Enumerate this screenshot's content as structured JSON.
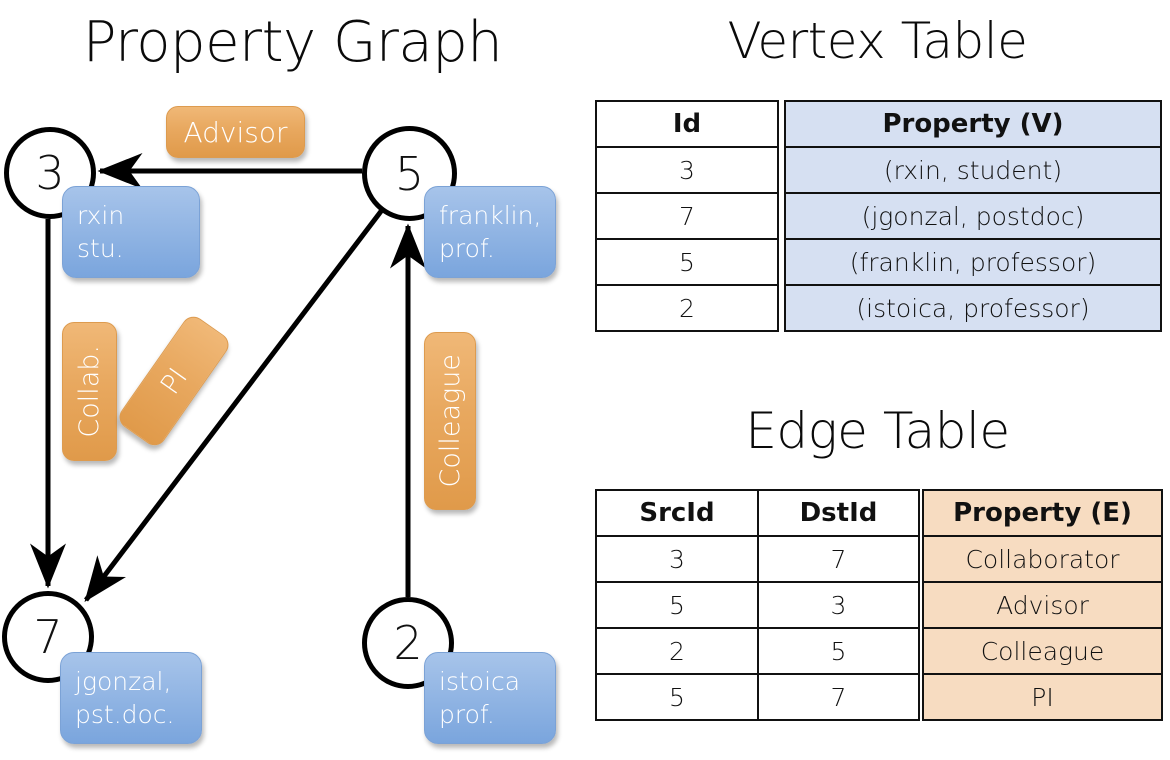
{
  "titles": {
    "property_graph": "Property Graph",
    "vertex_table": "Vertex Table",
    "edge_table": "Edge Table"
  },
  "colors": {
    "vertex_cell_blue": "#d6e0f2",
    "edge_cell_peach": "#f7dcc1",
    "node_property_blue": "#93b6e4",
    "edge_property_orange": "#e8a85f",
    "stroke_black": "#000000",
    "background": "#ffffff"
  },
  "graph": {
    "nodes": [
      {
        "id": "3",
        "property_line1": "rxin",
        "property_line2": "stu."
      },
      {
        "id": "5",
        "property_line1": "franklin,",
        "property_line2": "prof."
      },
      {
        "id": "7",
        "property_line1": "jgonzal,",
        "property_line2": "pst.doc."
      },
      {
        "id": "2",
        "property_line1": "istoica",
        "property_line2": "prof."
      }
    ],
    "edge_labels": [
      {
        "key": "advisor",
        "label": "Advisor",
        "orientation": "horizontal"
      },
      {
        "key": "collab",
        "label": "Collab.",
        "orientation": "vertical"
      },
      {
        "key": "pi",
        "label": "PI",
        "orientation": "rotated"
      },
      {
        "key": "colleague",
        "label": "Colleague",
        "orientation": "vertical"
      }
    ],
    "edges": [
      {
        "src": "5",
        "dst": "3",
        "label": "Advisor"
      },
      {
        "src": "3",
        "dst": "7",
        "label": "Collab."
      },
      {
        "src": "5",
        "dst": "7",
        "label": "PI"
      },
      {
        "src": "2",
        "dst": "5",
        "label": "Colleague"
      }
    ]
  },
  "vertex_table": {
    "headers": [
      "Id",
      "Property (V)"
    ],
    "rows": [
      {
        "id": "3",
        "property": "(rxin, student)"
      },
      {
        "id": "7",
        "property": "(jgonzal, postdoc)"
      },
      {
        "id": "5",
        "property": "(franklin, professor)"
      },
      {
        "id": "2",
        "property": "(istoica, professor)"
      }
    ]
  },
  "edge_table": {
    "headers": [
      "SrcId",
      "DstId",
      "Property (E)"
    ],
    "rows": [
      {
        "src": "3",
        "dst": "7",
        "property": "Collaborator"
      },
      {
        "src": "5",
        "dst": "3",
        "property": "Advisor"
      },
      {
        "src": "2",
        "dst": "5",
        "property": "Colleague"
      },
      {
        "src": "5",
        "dst": "7",
        "property": "PI"
      }
    ]
  }
}
